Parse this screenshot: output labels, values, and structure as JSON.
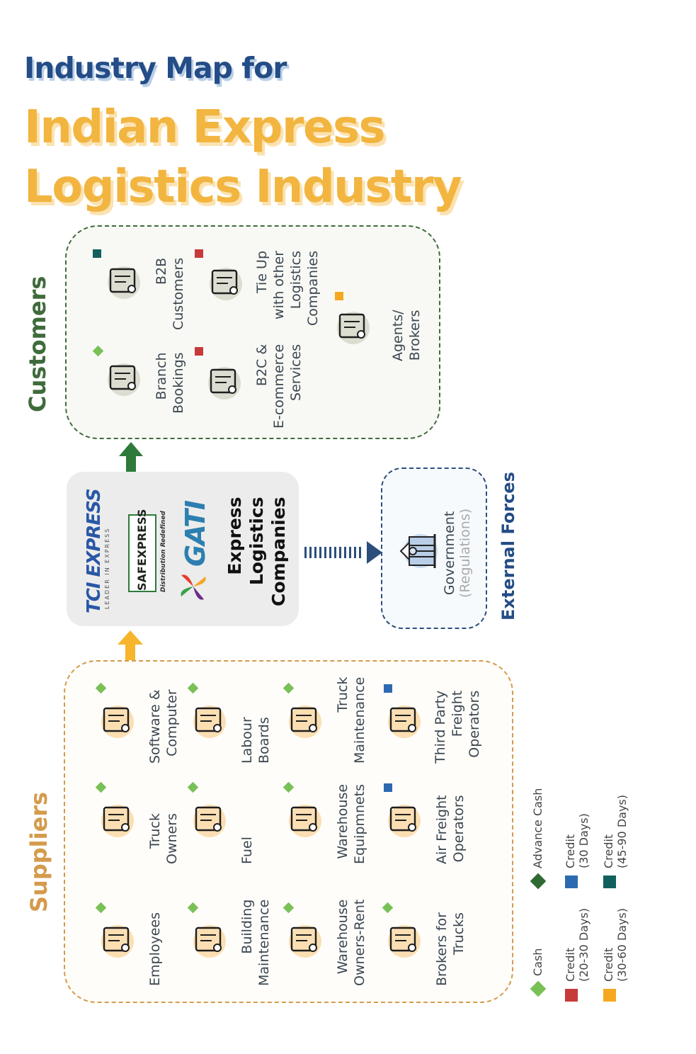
{
  "title": {
    "line1": "Industry Map for",
    "line2": "Indian Express",
    "line3": "Logistics Industry"
  },
  "colors": {
    "title_blue": "#244c86",
    "title_yellow": "#f2b540",
    "customers_green": "#3f6b3c",
    "suppliers_orange": "#d49b4c",
    "external_blue": "#244c86",
    "cash": "#79c157",
    "advance_cash": "#2f6a35",
    "credit_20_30": "#c73a3a",
    "credit_30": "#2d69b1",
    "credit_30_60": "#f5a81f",
    "credit_45_90": "#12605e"
  },
  "customers": {
    "label": "Customers",
    "items": [
      {
        "label": "B2B\nCustomers",
        "lines": [
          "B2B",
          "Customers"
        ],
        "icon": "briefcase-handshake-icon",
        "payment": "credit_45_90"
      },
      {
        "label": "Branch Bookings",
        "lines": [
          "Branch",
          "Bookings"
        ],
        "icon": "branch-desk-icon",
        "payment": "cash"
      },
      {
        "label": "Tie Up with other Logistics Companies",
        "lines": [
          "Tie Up",
          "with other",
          "Logistics",
          "Companies"
        ],
        "icon": "handshake-icon",
        "payment": "credit_20_30"
      },
      {
        "label": "B2C & E-commerce Services",
        "lines": [
          "B2C &",
          "E-commerce",
          "Services"
        ],
        "icon": "door-package-icon",
        "payment": "credit_20_30"
      },
      {
        "label": "Agents/ Brokers",
        "lines": [
          "Agents/",
          "Brokers"
        ],
        "icon": "agent-headset-icon",
        "payment": "credit_30_60"
      }
    ]
  },
  "companies": {
    "label_lines": [
      "Express",
      "Logistics",
      "Companies"
    ],
    "logos": [
      {
        "name": "TCI EXPRESS",
        "tagline": "LEADER IN EXPRESS"
      },
      {
        "name": "SAFEXPRESS",
        "tagline": "Distribution Redefined"
      },
      {
        "name": "GATI",
        "tagline": ""
      }
    ]
  },
  "external": {
    "label": "External Forces",
    "item": {
      "label": "Government",
      "sub": "(Regulations)",
      "icon": "government-building-icon"
    }
  },
  "suppliers": {
    "label": "Suppliers",
    "items": [
      {
        "lines": [
          "Software &",
          "Computer"
        ],
        "icon": "computer-icon",
        "payment": "cash"
      },
      {
        "lines": [
          "Truck",
          "Owners"
        ],
        "icon": "truck-icon",
        "payment": "cash"
      },
      {
        "lines": [
          "Employees"
        ],
        "icon": "employee-icon",
        "payment": "cash"
      },
      {
        "lines": [
          "Labour",
          "Boards"
        ],
        "icon": "labour-icon",
        "payment": "cash"
      },
      {
        "lines": [
          "Fuel"
        ],
        "icon": "fuel-can-icon",
        "payment": "cash"
      },
      {
        "lines": [
          "Building",
          "Maintenance"
        ],
        "icon": "hammer-house-icon",
        "payment": "cash"
      },
      {
        "lines": [
          "Truck",
          "Maintenance"
        ],
        "icon": "truck-wrench-icon",
        "payment": "cash"
      },
      {
        "lines": [
          "Warehouse",
          "Equipmnets"
        ],
        "icon": "conveyor-icon",
        "payment": "cash"
      },
      {
        "lines": [
          "Warehouse",
          "Owners-Rent"
        ],
        "icon": "warehouse-rent-icon",
        "payment": "cash"
      },
      {
        "lines": [
          "Third Party",
          "Freight",
          "Operators"
        ],
        "icon": "forklift-icon",
        "payment": "credit_30"
      },
      {
        "lines": [
          "Air Freight",
          "Operators"
        ],
        "icon": "airplane-icon",
        "payment": "credit_30"
      },
      {
        "lines": [
          "Brokers for",
          "Trucks"
        ],
        "icon": "broker-truck-icon",
        "payment": "cash"
      }
    ]
  },
  "legend": [
    {
      "key": "cash",
      "shape": "diamond",
      "lines": [
        "Cash"
      ]
    },
    {
      "key": "advance_cash",
      "shape": "diamond",
      "lines": [
        "Advance Cash"
      ]
    },
    {
      "key": "credit_20_30",
      "shape": "square",
      "lines": [
        "Credit",
        "(20-30 Days)"
      ]
    },
    {
      "key": "credit_30",
      "shape": "square",
      "lines": [
        "Credit",
        "(30 Days)"
      ]
    },
    {
      "key": "credit_30_60",
      "shape": "square",
      "lines": [
        "Credit",
        "(30-60 Days)"
      ]
    },
    {
      "key": "credit_45_90",
      "shape": "square",
      "lines": [
        "Credit",
        "(45-90 Days)"
      ]
    }
  ]
}
